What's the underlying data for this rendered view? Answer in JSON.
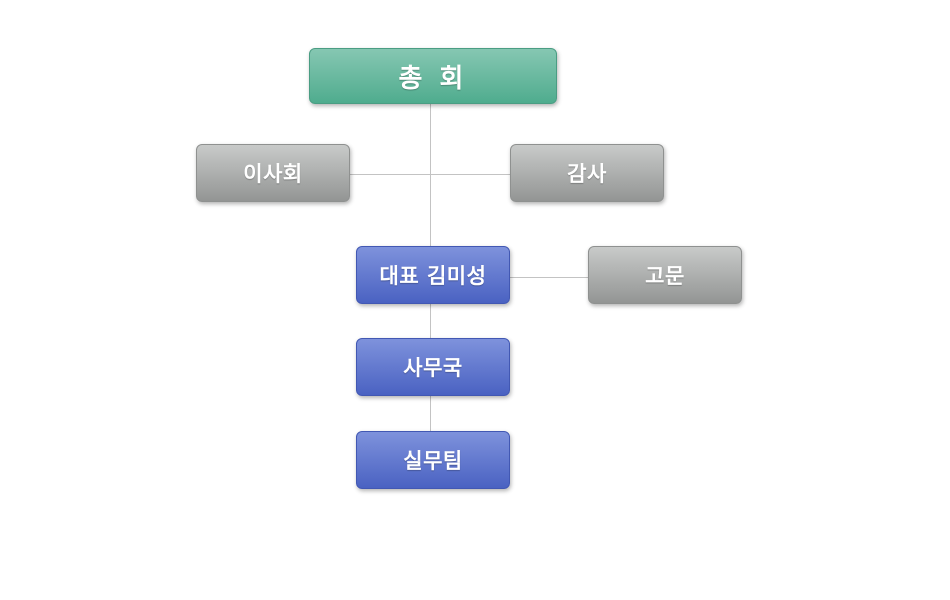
{
  "org_chart": {
    "assembly": "총 회",
    "board": "이사회",
    "auditor": "감사",
    "ceo": "대표 김미성",
    "advisor": "고문",
    "secretariat": "사무국",
    "working_team": "실무팀"
  },
  "colors": {
    "top_level": "#5cb396",
    "governance": "#a9abaa",
    "executive": "#5a71cc",
    "connector": "#c3c3c3"
  }
}
